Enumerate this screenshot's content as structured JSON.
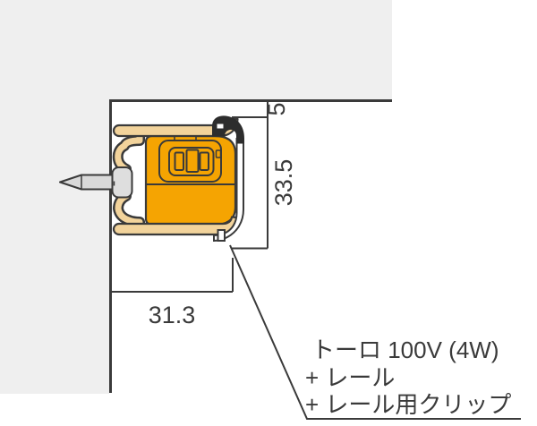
{
  "diagram": {
    "type": "technical-cross-section",
    "dimension_labels": {
      "clip_ceiling_offset": "5",
      "assembly_height": "33.5",
      "assembly_width": "31.3"
    },
    "caption": {
      "line1": "トーロ 100V (4W)",
      "line2": "+ レール",
      "line3": "+ レール用クリップ"
    },
    "colors": {
      "background": "#ffffff",
      "ceiling_wall_gray": "#efefef",
      "outline_dark": "#3a3a3a",
      "rail_tan": "#f2d39b",
      "track_orange": "#f5a402",
      "clip_black": "#2d2d2d",
      "screw_gray": "#d9d9d9",
      "washer_gray": "#dedede"
    }
  }
}
